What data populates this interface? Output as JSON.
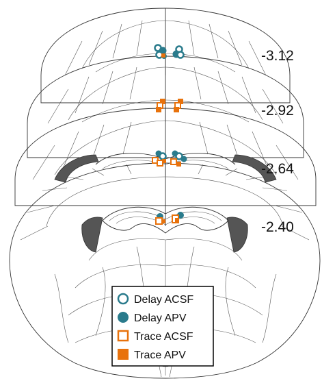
{
  "figure": {
    "sections": [
      {
        "coordinate": "-3.12"
      },
      {
        "coordinate": "-2.92"
      },
      {
        "coordinate": "-2.64"
      },
      {
        "coordinate": "-2.40"
      }
    ],
    "legend": [
      {
        "label": "Delay ACSF",
        "symbol": "open-circle",
        "color": "#2a7b8c"
      },
      {
        "label": "Delay APV",
        "symbol": "filled-circle",
        "color": "#2a7b8c"
      },
      {
        "label": "Trace ACSF",
        "symbol": "open-square",
        "color": "#e8720c"
      },
      {
        "label": "Trace APV",
        "symbol": "filled-square",
        "color": "#e8720c"
      }
    ],
    "colors": {
      "teal": "#2a7b8c",
      "orange": "#e8720c",
      "outline": "#333333",
      "dark_fill": "#555555"
    }
  }
}
